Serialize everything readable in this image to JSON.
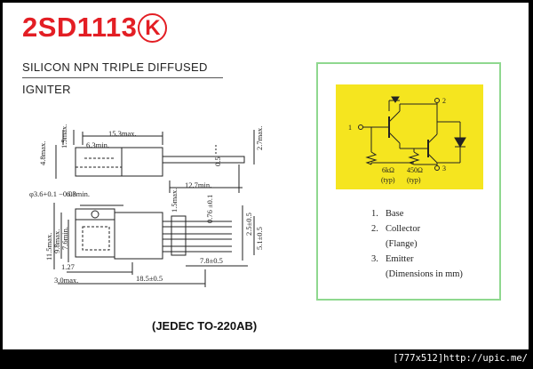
{
  "header": {
    "part_number": "2SD1113",
    "grade_mark": "K",
    "subtitle": "SILICON NPN TRIPLE DIFFUSED",
    "application": "IGNITER"
  },
  "drawing": {
    "dims": {
      "body_len": "15.3max.",
      "lead_len": "12.7min.",
      "tab_len": "6.3min.",
      "body_thick": "4.8max.",
      "flange_thick": "1.5max.",
      "lead_pitch": "2.5±0.5",
      "side_h": "2.7max.",
      "side_05": "0.5",
      "hole": "φ3.6+0.1 −0.08",
      "ht_11": "11.5max.",
      "ht_98": "9.8max.",
      "ht_76": "7.6min.",
      "lead_w": "0.76 ±0.1",
      "lead_15": "1.5max.",
      "span_51": "5.1±0.5",
      "pin_127": "1.27",
      "base_30": "3.0max.",
      "dim_185": "18.5±0.5",
      "dim_78": "7.8±0.5"
    },
    "package": "(JEDEC TO-220AB)"
  },
  "circuit": {
    "pin1": "1",
    "pin2": "2",
    "pin3": "3",
    "r1_value": "6kΩ",
    "r1_note": "(typ)",
    "r2_value": "450Ω",
    "r2_note": "(typ)"
  },
  "pins": {
    "p1_num": "1.",
    "p1_name": "Base",
    "p2_num": "2.",
    "p2_name": "Collector",
    "p2_note": "(Flange)",
    "p3_num": "3.",
    "p3_name": "Emitter",
    "units": "(Dimensions in mm)"
  },
  "watermark": "[777x512]http://upic.me/",
  "colors": {
    "brand_red": "#e31e24",
    "panel_border": "#8fd88f",
    "circuit_bg": "#f5e51f"
  }
}
